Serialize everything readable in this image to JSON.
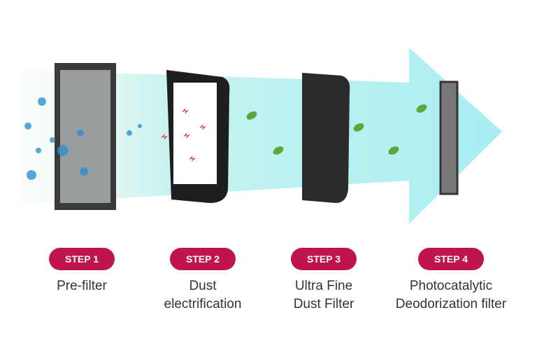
{
  "colors": {
    "pill": "#c0144c",
    "arrow": "#bff3f5",
    "filter": "#2b2b2b",
    "spark": "#e0202a",
    "leaf": "#5aa83a",
    "dust": "#2f8fd0"
  },
  "steps": [
    {
      "badge": "STEP 1",
      "label": [
        "Pre-filter"
      ]
    },
    {
      "badge": "STEP 2",
      "label": [
        "Dust",
        "electrification"
      ]
    },
    {
      "badge": "STEP 3",
      "label": [
        "Ultra Fine",
        "Dust Filter"
      ]
    },
    {
      "badge": "STEP 4",
      "label": [
        "Photocatalytic",
        "Deodorization filter"
      ]
    }
  ]
}
